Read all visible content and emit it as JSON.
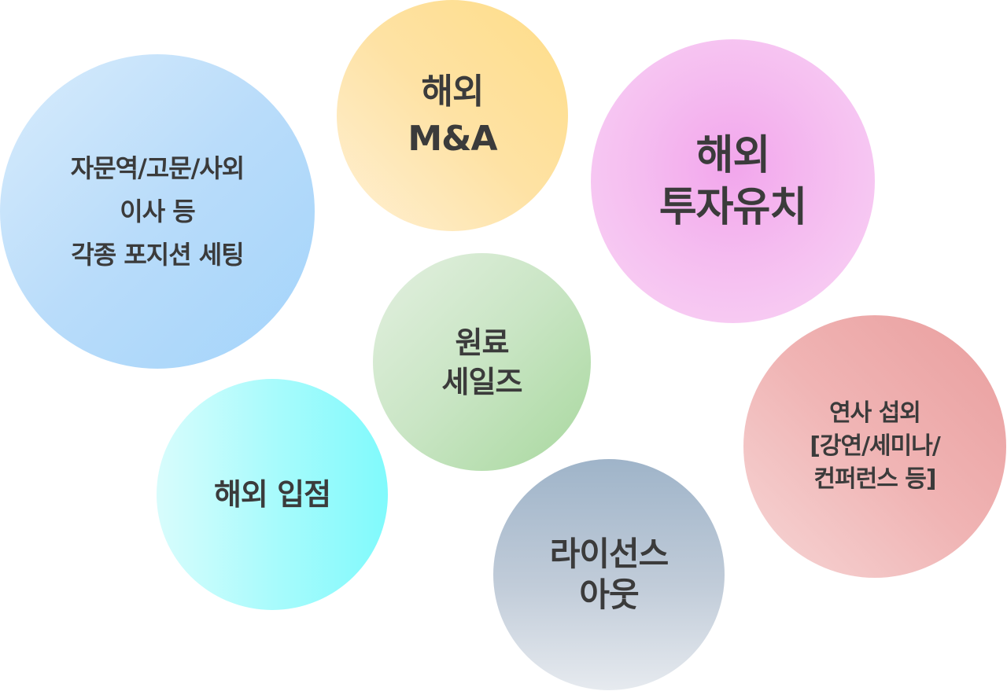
{
  "bubbles": {
    "advisory": {
      "lines": [
        "자문역/고문/사외",
        "이사 등",
        "각종 포지션 세팅"
      ]
    },
    "ma": {
      "lines": [
        "해외",
        "M&A"
      ]
    },
    "investment": {
      "lines": [
        "해외",
        "투자유치"
      ]
    },
    "sales": {
      "lines": [
        "원료",
        "세일즈"
      ]
    },
    "speaker": {
      "lines": [
        "연사 섭외",
        "[강연/세미나/",
        "컨퍼런스 등]"
      ]
    },
    "entry": {
      "lines": [
        "해외 입점"
      ]
    },
    "license": {
      "lines": [
        "라이선스",
        "아웃"
      ]
    }
  },
  "colors": {
    "text": "#3b3b3b",
    "advisory": "#b9dcfa",
    "ma": "#fee2a4",
    "investment": "#f5bdf0",
    "sales": "#c9e5c4",
    "speaker": "#f0b4b4",
    "entry": "#a9fbfc",
    "license": "#c1ccd9"
  }
}
